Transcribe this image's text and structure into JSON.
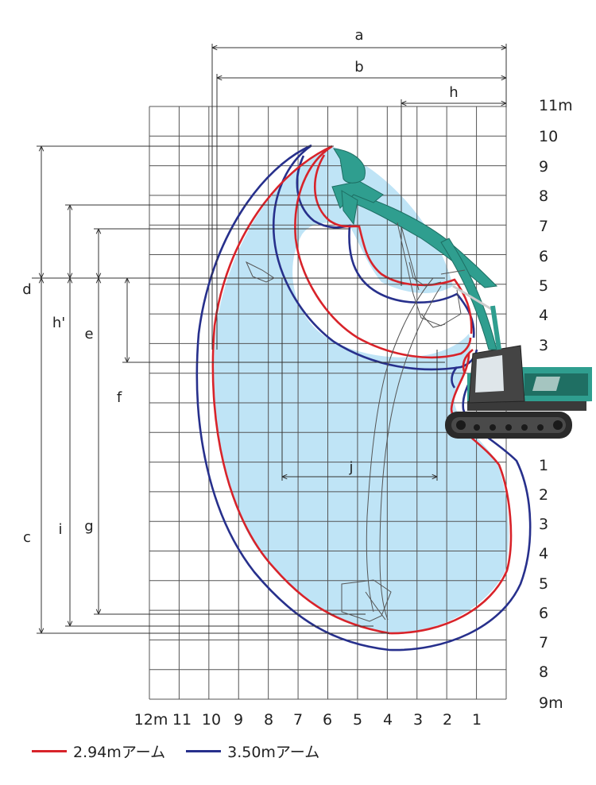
{
  "colors": {
    "short_arm": "#d8232a",
    "long_arm": "#27308c",
    "work_area": "#bfe4f6",
    "machine": "#2f9e8f",
    "grid": "#555555"
  },
  "dimension_labels": {
    "a": "a",
    "b": "b",
    "h": "h",
    "d": "d",
    "h_prime": "h'",
    "e": "e",
    "f": "f",
    "c": "c",
    "i": "i",
    "g": "g",
    "j": "j"
  },
  "x_axis": {
    "labels": [
      "12m",
      "11",
      "10",
      "9",
      "8",
      "7",
      "6",
      "5",
      "4",
      "3",
      "2",
      "1"
    ]
  },
  "y_axis": {
    "upper": [
      "11m",
      "10",
      "9",
      "8",
      "7",
      "6",
      "5",
      "4",
      "3"
    ],
    "lower": [
      "1",
      "2",
      "3",
      "4",
      "5",
      "6",
      "7",
      "8",
      "9m"
    ]
  },
  "legend": [
    {
      "label": "2.94mアーム",
      "color": "#d8232a"
    },
    {
      "label": "3.50mアーム",
      "color": "#27308c"
    }
  ]
}
